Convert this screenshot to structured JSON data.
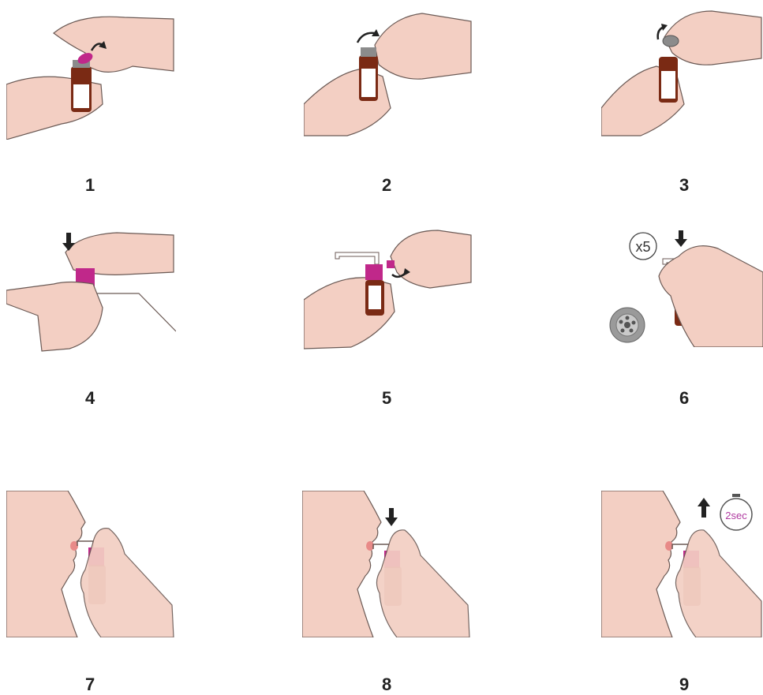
{
  "steps": [
    {
      "number": "1"
    },
    {
      "number": "2"
    },
    {
      "number": "3"
    },
    {
      "number": "4"
    },
    {
      "number": "5"
    },
    {
      "number": "6",
      "badge": "x5"
    },
    {
      "number": "7"
    },
    {
      "number": "8"
    },
    {
      "number": "9",
      "timer": "2sec"
    }
  ],
  "colors": {
    "skin": "#f3cfc3",
    "skin_outline": "#6b5a55",
    "bottle": "#7a2a14",
    "label": "#ffffff",
    "cap_magenta": "#c0288a",
    "metal": "#8b8b8b",
    "arrow": "#222222",
    "timer_accent": "#b03aa0"
  }
}
